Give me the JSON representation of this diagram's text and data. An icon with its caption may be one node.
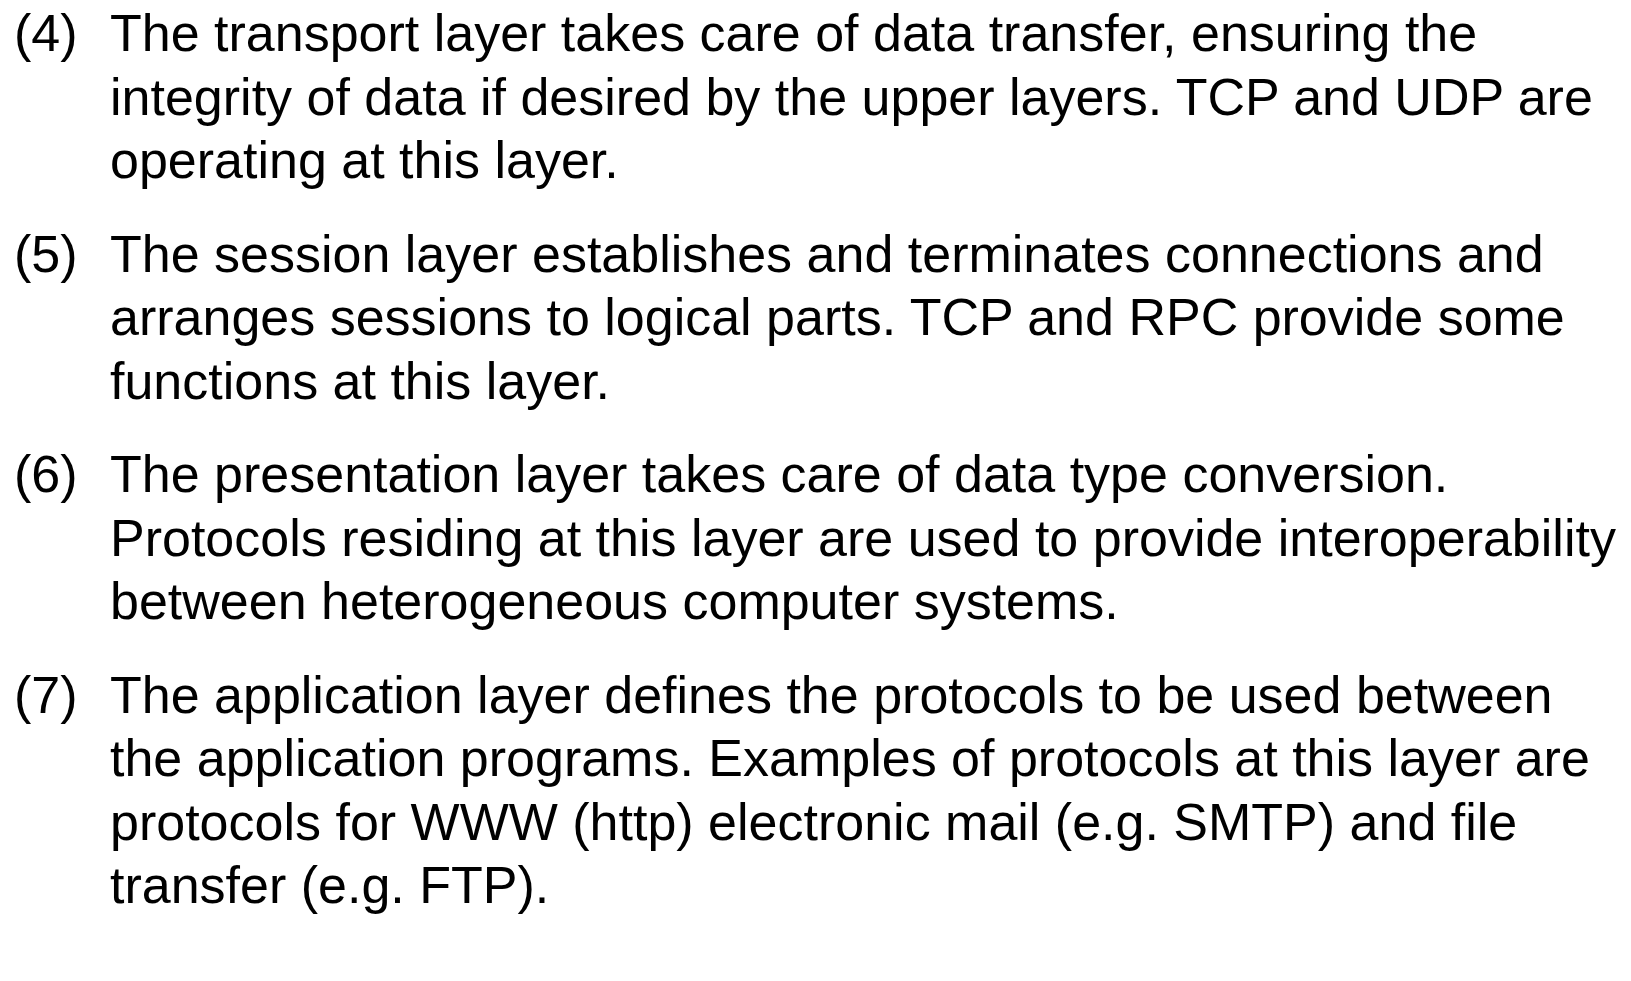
{
  "diagram": {
    "labels": [
      "(4)",
      "The transport layer takes care of data transfer, ensuring the integrity of data if desired by the upper layers. TCP and UDP are operating at this layer.",
      "(5)",
      "The session layer establishes and terminates connections and arranges sessions to logical parts. TCP and RPC provide some functions at this layer.",
      "(6)",
      "The presentation layer takes care of data type conversion. Protocols residing at this layer are used to provide interoperability between heterogeneous computer systems.",
      "(7)",
      "The application layer defines the protocols to be used between the application programs. Examples of protocols at this layer are protocols for WWW (http) electronic mail (e.g. SMTP) and file transfer (e.g. FTP)."
    ]
  }
}
